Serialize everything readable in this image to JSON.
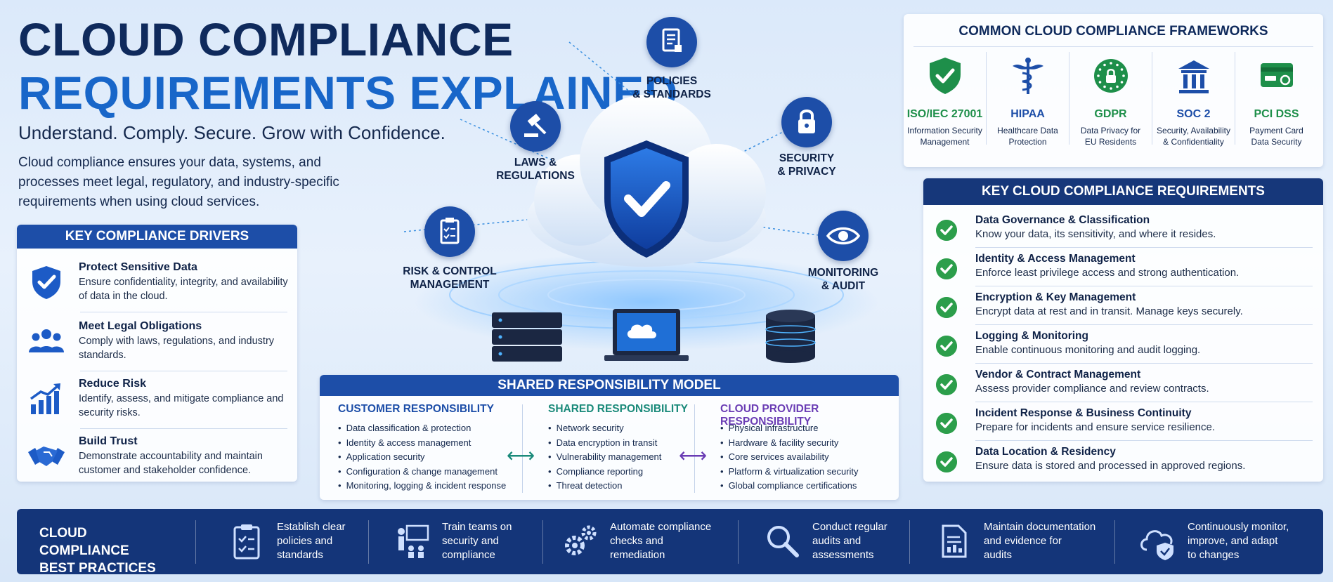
{
  "header": {
    "title_line1": "CLOUD COMPLIANCE",
    "title_line2": "REQUIREMENTS EXPLAINED",
    "subtitle": "Understand. Comply. Secure. Grow with Confidence.",
    "intro": "Cloud compliance ensures your data, systems, and processes meet legal, regulatory, and industry-specific requirements when using cloud services."
  },
  "drivers": {
    "heading": "KEY COMPLIANCE DRIVERS",
    "items": [
      {
        "title": "Protect Sensitive Data",
        "desc": "Ensure confidentiality, integrity, and availability of data in the cloud.",
        "icon": "shield-check-icon"
      },
      {
        "title": "Meet Legal Obligations",
        "desc": "Comply with laws, regulations, and industry standards.",
        "icon": "people-icon"
      },
      {
        "title": "Reduce Risk",
        "desc": "Identify, assess, and mitigate compliance and security risks.",
        "icon": "chart-up-icon"
      },
      {
        "title": "Build Trust",
        "desc": "Demonstrate accountability and maintain customer and stakeholder confidence.",
        "icon": "handshake-icon"
      }
    ]
  },
  "diagram": {
    "nodes": {
      "policies": "POLICIES & STANDARDS",
      "laws_1": "LAWS &",
      "laws_2": "REGULATIONS",
      "security_1": "SECURITY",
      "security_2": "& PRIVACY",
      "risk_1": "RISK & CONTROL",
      "risk_2": "MANAGEMENT",
      "monitoring_1": "MONITORING",
      "monitoring_2": "& AUDIT",
      "policies_1": "POLICIES",
      "policies_2": "& STANDARDS"
    }
  },
  "shared_model": {
    "heading": "SHARED RESPONSIBILITY MODEL",
    "customer": {
      "title": "CUSTOMER RESPONSIBILITY",
      "items": [
        "Data classification & protection",
        "Identity & access management",
        "Application security",
        "Configuration & change management",
        "Monitoring, logging & incident response"
      ]
    },
    "shared": {
      "title": "SHARED RESPONSIBILITY",
      "items": [
        "Network security",
        "Data encryption in transit",
        "Vulnerability management",
        "Compliance reporting",
        "Threat detection"
      ]
    },
    "provider": {
      "title": "CLOUD PROVIDER RESPONSIBILITY",
      "items": [
        "Physical infrastructure",
        "Hardware & facility security",
        "Core services availability",
        "Platform & virtualization security",
        "Global compliance certifications"
      ]
    },
    "arrow_glyph": "⟷"
  },
  "frameworks": {
    "heading": "COMMON CLOUD COMPLIANCE FRAMEWORKS",
    "items": [
      {
        "name": "ISO/IEC 27001",
        "desc_1": "Information Security",
        "desc_2": "Management",
        "icon": "shield-check-icon"
      },
      {
        "name": "HIPAA",
        "desc_1": "Healthcare Data",
        "desc_2": "Protection",
        "icon": "caduceus-icon"
      },
      {
        "name": "GDPR",
        "desc_1": "Data Privacy for",
        "desc_2": "EU Residents",
        "icon": "eu-lock-icon"
      },
      {
        "name": "SOC 2",
        "desc_1": "Security, Availability",
        "desc_2": "& Confidentiality",
        "icon": "institution-icon"
      },
      {
        "name": "PCI DSS",
        "desc_1": "Payment Card",
        "desc_2": "Data Security",
        "icon": "credit-card-icon"
      }
    ]
  },
  "requirements": {
    "heading": "KEY CLOUD COMPLIANCE REQUIREMENTS",
    "items": [
      {
        "title": "Data Governance & Classification",
        "desc": "Know your data, its sensitivity, and where it resides."
      },
      {
        "title": "Identity & Access Management",
        "desc": "Enforce least privilege access and strong authentication."
      },
      {
        "title": "Encryption & Key Management",
        "desc": "Encrypt data at rest and in transit. Manage keys securely."
      },
      {
        "title": "Logging & Monitoring",
        "desc": "Enable continuous monitoring and audit logging."
      },
      {
        "title": "Vendor & Contract Management",
        "desc": "Assess provider compliance and review contracts."
      },
      {
        "title": "Incident Response & Business Continuity",
        "desc": "Prepare for incidents and ensure service resilience."
      },
      {
        "title": "Data Location & Residency",
        "desc": "Ensure data is stored and processed in approved regions."
      }
    ]
  },
  "best_practices": {
    "title_1": "CLOUD COMPLIANCE",
    "title_2": "BEST PRACTICES",
    "items": [
      {
        "l1": "Establish clear",
        "l2": "policies and",
        "l3": "standards",
        "icon": "clipboard-check-icon"
      },
      {
        "l1": "Train teams on",
        "l2": "security and",
        "l3": "compliance",
        "icon": "training-icon"
      },
      {
        "l1": "Automate compliance",
        "l2": "checks and",
        "l3": "remediation",
        "icon": "gears-icon"
      },
      {
        "l1": "Conduct regular",
        "l2": "audits and",
        "l3": "assessments",
        "icon": "magnifier-icon"
      },
      {
        "l1": "Maintain documentation",
        "l2": "and evidence for",
        "l3": "audits",
        "icon": "document-icon"
      },
      {
        "l1": "Continuously monitor,",
        "l2": "improve, and adapt",
        "l3": "to changes",
        "icon": "cloud-shield-icon"
      }
    ]
  },
  "colors": {
    "navy": "#0f2a5c",
    "brand_blue": "#1866c9",
    "panel_blue": "#1d4ea8",
    "check_green": "#2c9e4b",
    "framework_green": "#1e8f4a",
    "shared_teal": "#1a8a7a",
    "provider_purple": "#6a3cb4"
  }
}
